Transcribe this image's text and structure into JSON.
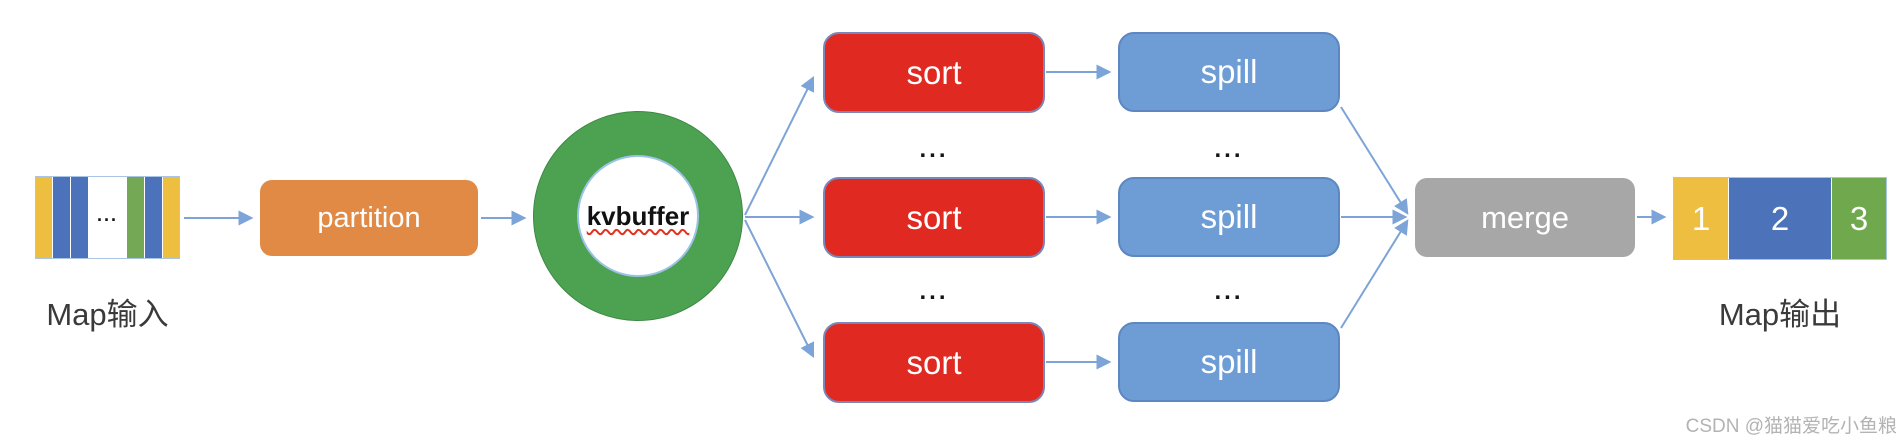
{
  "diagram": {
    "input": {
      "label": "Map输入",
      "ellipsis": "...",
      "stripes": [
        "#EDBE40",
        "#4C72BC",
        "#4C72BC",
        "#FFFFFF",
        "#74A855",
        "#4C72BC",
        "#EDBE40"
      ]
    },
    "partition": {
      "label": "partition"
    },
    "kvbuffer": {
      "label": "kvbuffer"
    },
    "sort": {
      "label": "sort"
    },
    "spill": {
      "label": "spill"
    },
    "merge": {
      "label": "merge"
    },
    "ellipsis": "...",
    "output": {
      "label": "Map输出",
      "cells": [
        {
          "label": "1",
          "color": "#EDBE40"
        },
        {
          "label": "2",
          "color": "#4C72B9"
        },
        {
          "label": "3",
          "color": "#6FA84D"
        }
      ]
    },
    "watermark": "CSDN @猫猫爱吃小鱼粮"
  },
  "colors": {
    "arrow": "#7DA4D8",
    "partition_orange": "#E08A45",
    "kvbuffer_green": "#4DA251",
    "ring_border": "#3D8943",
    "inner_ring_blue": "#9CC2E5",
    "squiggle_red": "#E0321F",
    "sort_red": "#E02A21",
    "sort_border": "#7B87B8",
    "spill_blue": "#6D9DD4",
    "spill_border": "#5E87C2",
    "merge_gray": "#A7A7A7",
    "block_border": "#AAC4E3",
    "label_dark": "#3A3A3A",
    "watermark_gray": "#B3B3B3"
  }
}
